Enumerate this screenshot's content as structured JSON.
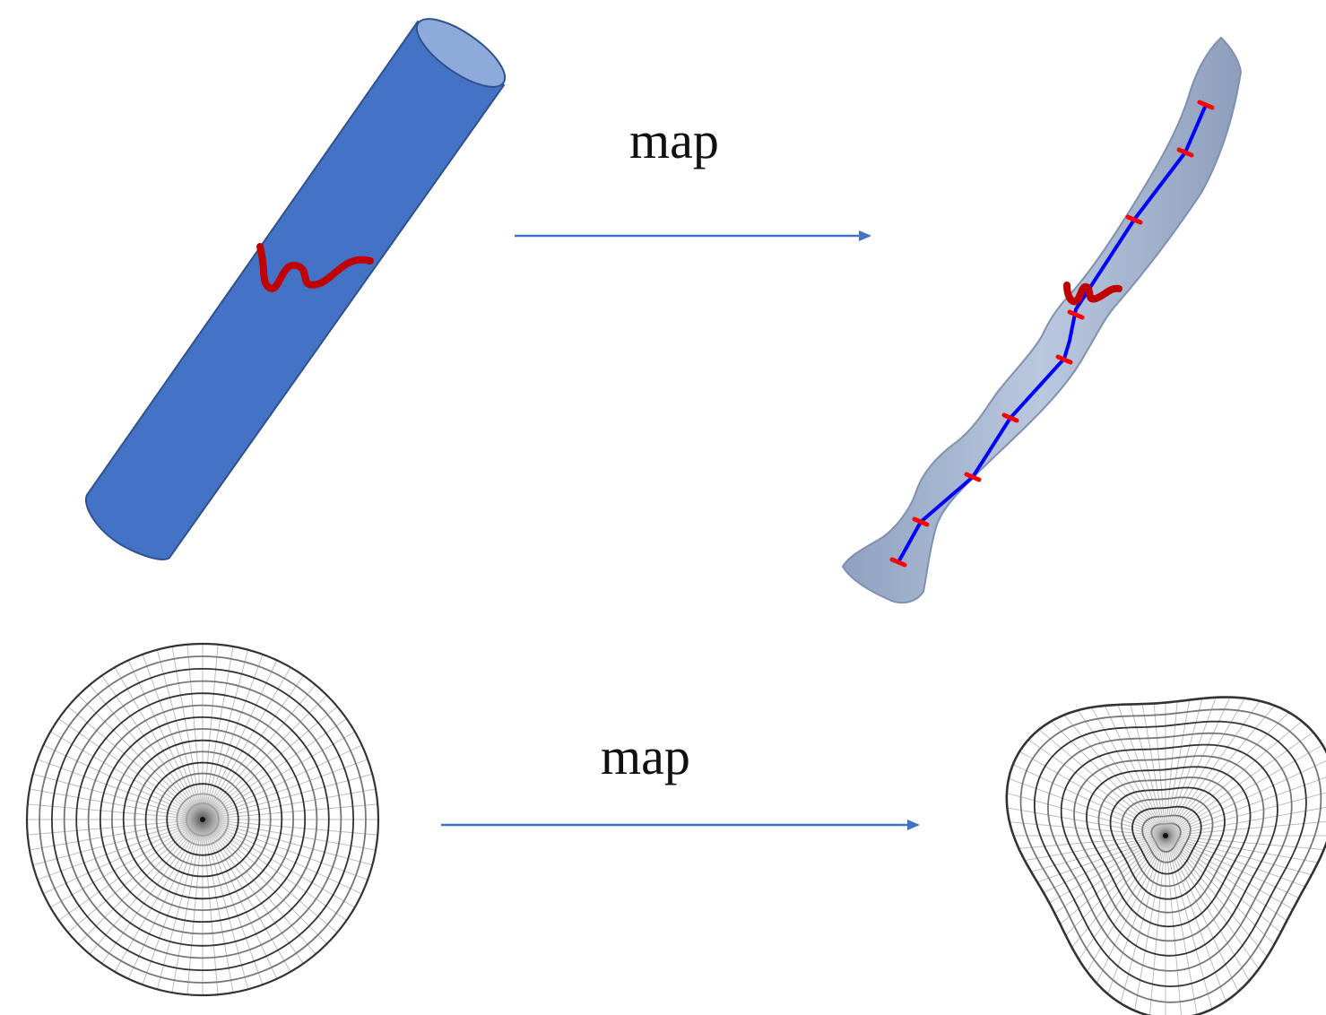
{
  "labels": {
    "top_map": "map",
    "bottom_map": "map"
  },
  "colors": {
    "cylinder_fill": "#4472c4",
    "cylinder_stroke": "#2f528f",
    "cylinder_top": "#8eaadb",
    "arrow": "#4472c4",
    "red_mark": "#c00000",
    "vessel_fill": "#9aaecd",
    "centerline": "#0000ff",
    "node_marker": "#ff0000",
    "grid_ring": "#333333",
    "grid_spoke": "#bbbbbb"
  },
  "elements": {
    "top_left": "cylinder",
    "top_right": "vessel-with-centerline",
    "bottom_left": "circular-polar-grid",
    "bottom_right": "deformed-polar-grid"
  }
}
